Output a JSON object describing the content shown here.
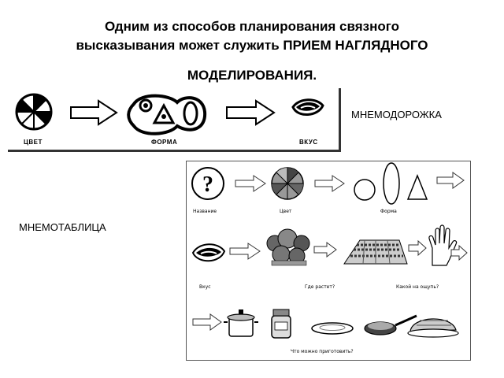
{
  "title": {
    "line1": "Одним из способов планирования связного",
    "line2": "высказывания может служить ПРИЕМ НАГЛЯДНОГО",
    "line3": "МОДЕЛИРОВАНИЯ."
  },
  "labels": {
    "mnemodorozhka": "МНЕМОДОРОЖКА",
    "mnemotablica": "МНЕМОТАБЛИЦА"
  },
  "strip": {
    "captions": [
      "ЦВЕТ",
      "ФОРМА",
      "ВКУС"
    ]
  },
  "table": {
    "row1": [
      "Название",
      "Цвет",
      "Форма"
    ],
    "row2": [
      "Вкус",
      "Где растет?",
      "Какой на ощупь?"
    ],
    "row3": [
      "Что можно приготовить?"
    ]
  }
}
